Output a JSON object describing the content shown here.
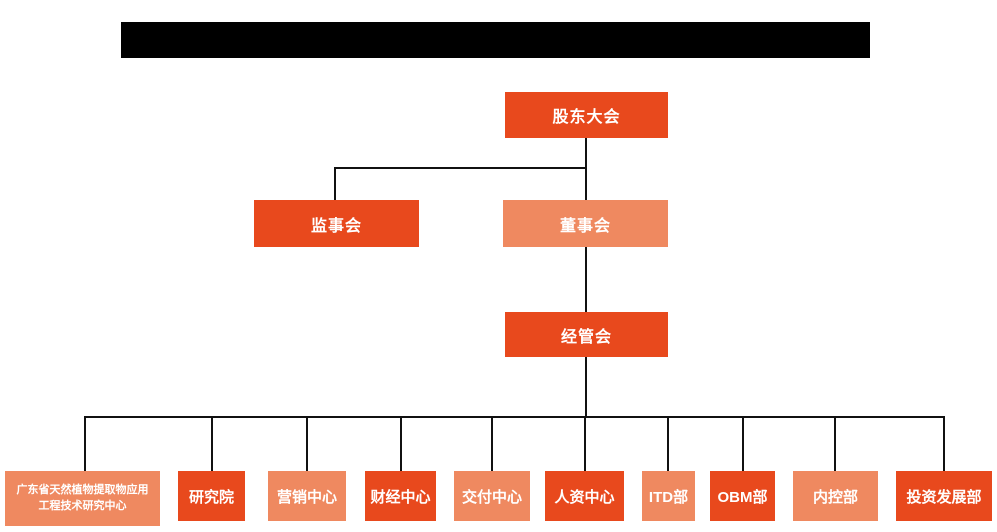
{
  "diagram": {
    "type": "org-chart",
    "title_bar": {
      "redacted": true,
      "text": ""
    },
    "nodes": {
      "shareholders": {
        "label": "股东大会",
        "variant": "dark"
      },
      "supervisory": {
        "label": "监事会",
        "variant": "dark"
      },
      "board": {
        "label": "董事会",
        "variant": "light"
      },
      "management": {
        "label": "经管会",
        "variant": "dark"
      },
      "departments": [
        {
          "label": "广东省天然植物提取物应用工程技术研究中心",
          "variant": "light"
        },
        {
          "label": "研究院",
          "variant": "dark"
        },
        {
          "label": "营销中心",
          "variant": "light"
        },
        {
          "label": "财经中心",
          "variant": "dark"
        },
        {
          "label": "交付中心",
          "variant": "light"
        },
        {
          "label": "人资中心",
          "variant": "dark"
        },
        {
          "label": "ITD部",
          "variant": "light"
        },
        {
          "label": "OBM部",
          "variant": "dark"
        },
        {
          "label": "内控部",
          "variant": "light"
        },
        {
          "label": "投资发展部",
          "variant": "dark"
        }
      ]
    },
    "edges": [
      {
        "from": "股东大会",
        "to": "监事会"
      },
      {
        "from": "股东大会",
        "to": "董事会"
      },
      {
        "from": "董事会",
        "to": "经管会"
      },
      {
        "from": "经管会",
        "to": "广东省天然植物提取物应用工程技术研究中心"
      },
      {
        "from": "经管会",
        "to": "研究院"
      },
      {
        "from": "经管会",
        "to": "营销中心"
      },
      {
        "from": "经管会",
        "to": "财经中心"
      },
      {
        "from": "经管会",
        "to": "交付中心"
      },
      {
        "from": "经管会",
        "to": "人资中心"
      },
      {
        "from": "经管会",
        "to": "ITD部"
      },
      {
        "from": "经管会",
        "to": "OBM部"
      },
      {
        "from": "经管会",
        "to": "内控部"
      },
      {
        "from": "经管会",
        "to": "投资发展部"
      }
    ]
  },
  "colors": {
    "dark_orange": "#E8491D",
    "light_orange": "#EF8960",
    "line": "#111111",
    "redacted_bar": "#000000",
    "node_text": "#FFFFFF",
    "background": "#FFFFFF"
  }
}
